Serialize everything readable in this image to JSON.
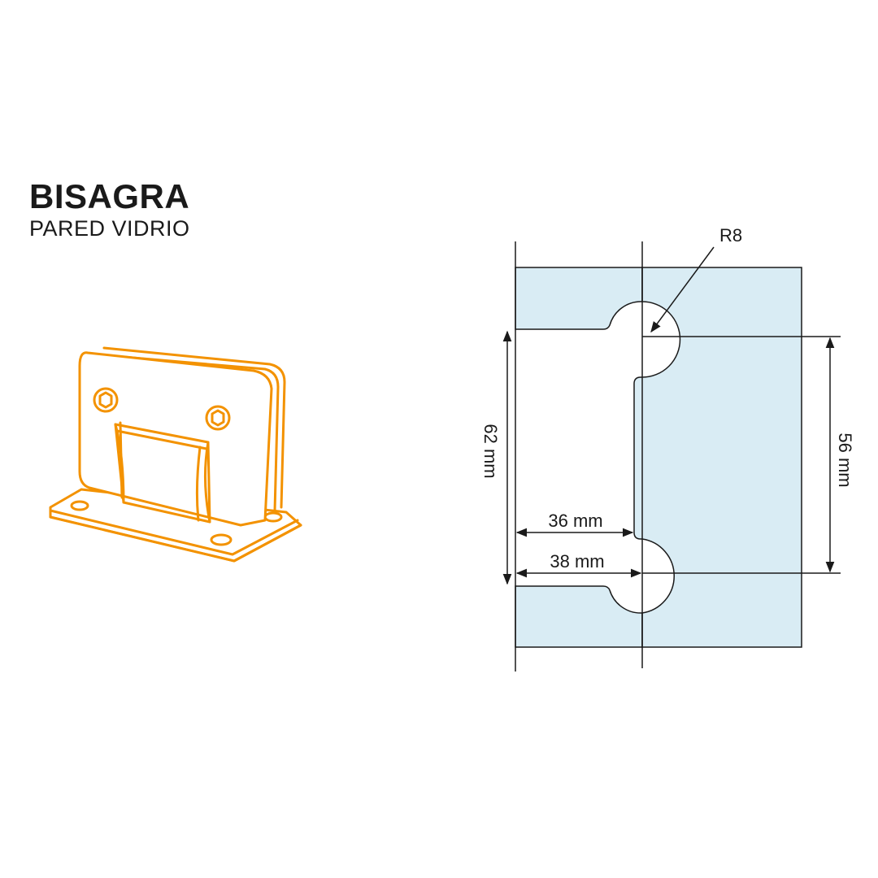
{
  "header": {
    "title": "BISAGRA",
    "subtitle": "PARED VIDRIO"
  },
  "product_icon": {
    "name": "hinge-icon",
    "stroke_color": "#f39200"
  },
  "drawing": {
    "glass_fill": "#d9ecf4",
    "line_color": "#1a1a1a",
    "labels": {
      "radius": "R8",
      "dim_62": "62 mm",
      "dim_56": "56 mm",
      "dim_36": "36 mm",
      "dim_38": "38 mm"
    }
  }
}
